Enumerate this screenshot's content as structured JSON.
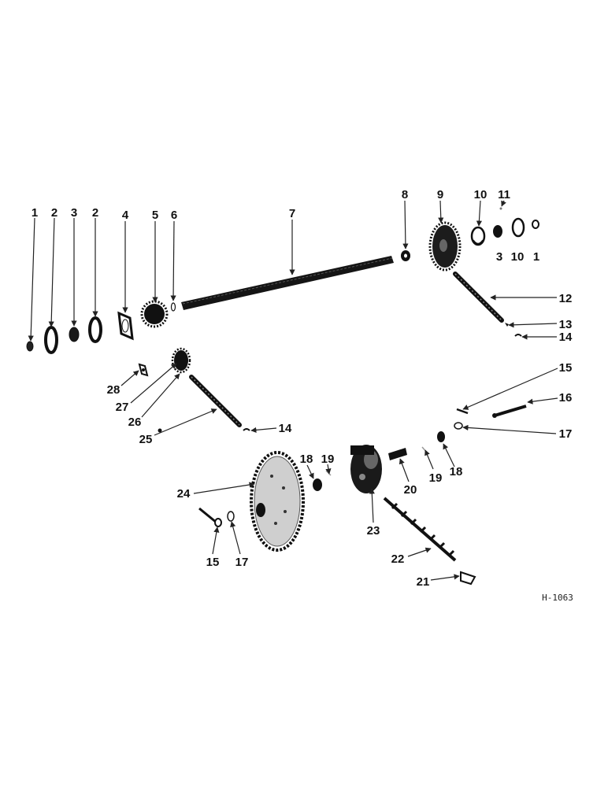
{
  "drawing": {
    "reference": "H-1063",
    "callouts": [
      "1",
      "2",
      "3",
      "2",
      "4",
      "5",
      "6",
      "7",
      "8",
      "9",
      "10",
      "11",
      "3",
      "10",
      "1",
      "12",
      "13",
      "14",
      "28",
      "27",
      "26",
      "25",
      "14",
      "15",
      "16",
      "17",
      "18",
      "19",
      "19",
      "18",
      "20",
      "24",
      "23",
      "22",
      "21",
      "15",
      "17"
    ]
  },
  "colors": {
    "ink": "#111111",
    "paper": "#ffffff"
  }
}
